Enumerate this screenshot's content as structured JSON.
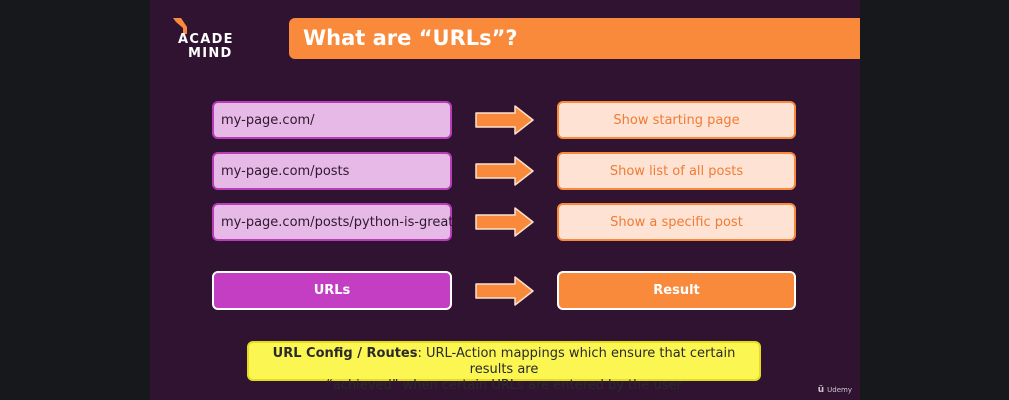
{
  "brand": {
    "line1": "ACADE",
    "line2": "MIND",
    "color": "#f98a3c"
  },
  "title": "What are “URLs”?",
  "mappings": [
    {
      "url": "my-page.com/",
      "result": "Show starting page"
    },
    {
      "url": "my-page.com/posts",
      "result": "Show list of all posts"
    },
    {
      "url": "my-page.com/posts/python-is-great",
      "result": "Show a specific post"
    }
  ],
  "legend": {
    "urls_label": "URLs",
    "result_label": "Result"
  },
  "note": {
    "bold": "URL Config / Routes",
    "line1_rest": ": URL-Action mappings which ensure that certain results are",
    "line2": "“achieved” when certain URLs are entered by the user"
  },
  "watermark": {
    "icon": "udemy-logo-icon",
    "text": "Udemy"
  },
  "colors": {
    "slide_bg": "#301330",
    "accent_orange": "#f98a3c",
    "url_fill": "#e7b9e7",
    "url_border": "#b93cb9",
    "url_head_fill": "#c33ec3",
    "result_fill": "#fee3d4",
    "note_fill": "#fbf652"
  }
}
